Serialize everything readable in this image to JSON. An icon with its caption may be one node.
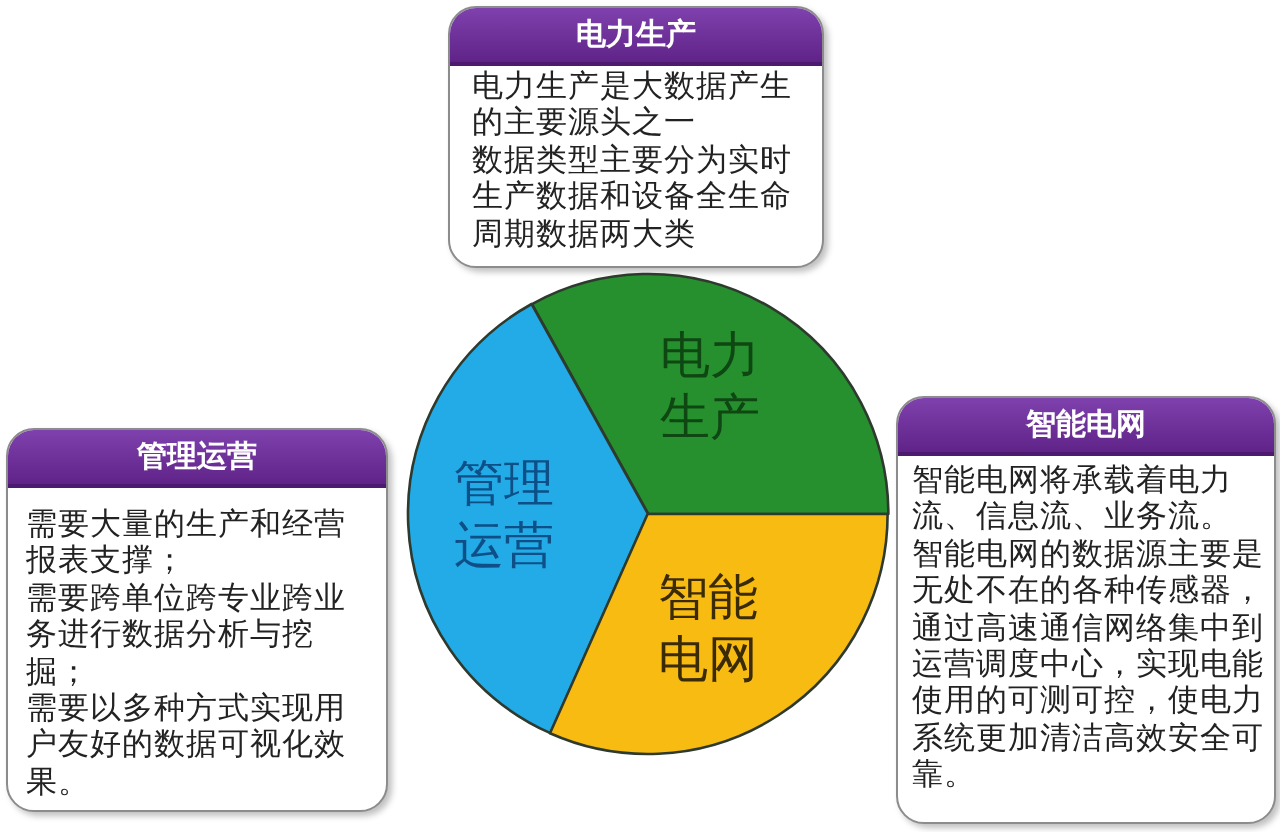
{
  "diagram": {
    "nodes": [
      {
        "text": [
          "电力生产",
          "电力生产是大数据产生的主要源头之一",
          "数据类型主要分为实时生产数据和设备全生命周期数据两大类"
        ]
      },
      {
        "text": [
          "电力生产"
        ]
      },
      {
        "text": [
          "管理运营"
        ]
      },
      {
        "text": [
          "智能电网"
        ]
      },
      {
        "text": [
          "管理运营",
          "需要大量的生产和经营报表支撑；",
          "需要跨单位跨专业跨业务进行数据分析与挖掘；",
          "需要以多种方式实现用户友好的数据可视化效果。"
        ]
      },
      {
        "text": [
          "智能电网",
          "智能电网将承载着电力流、信息流、业务流。",
          "智能电网的数据源主要是无处不在的各种传感器，通过高速通信网络集中到运营调度中心，实现电能使用的可测可控，使电力系统更加清洁高效安全可靠。"
        ]
      }
    ]
  }
}
